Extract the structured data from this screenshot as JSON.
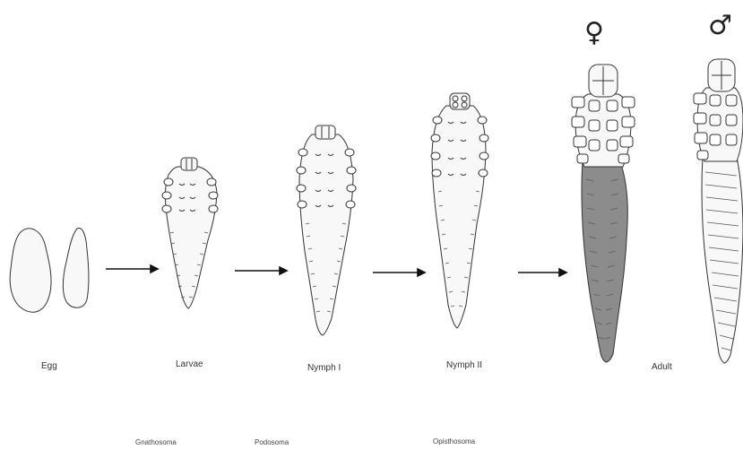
{
  "stages": [
    {
      "id": "egg",
      "label": "Egg"
    },
    {
      "id": "larvae",
      "label": "Larvae"
    },
    {
      "id": "nymph1",
      "label": "Nymph I"
    },
    {
      "id": "nymph2",
      "label": "Nymph II"
    },
    {
      "id": "adult",
      "label": "Adult"
    }
  ],
  "sex_symbols": {
    "female": "♀",
    "male": "♂"
  },
  "body_regions": [
    "Gnathosoma",
    "Podosoma",
    "Opisthosoma"
  ],
  "colors": {
    "outline": "#333333",
    "body_fill": "#f7f7f7",
    "female_opisthosoma": "#8c8c8c",
    "arrow": "#111111"
  }
}
